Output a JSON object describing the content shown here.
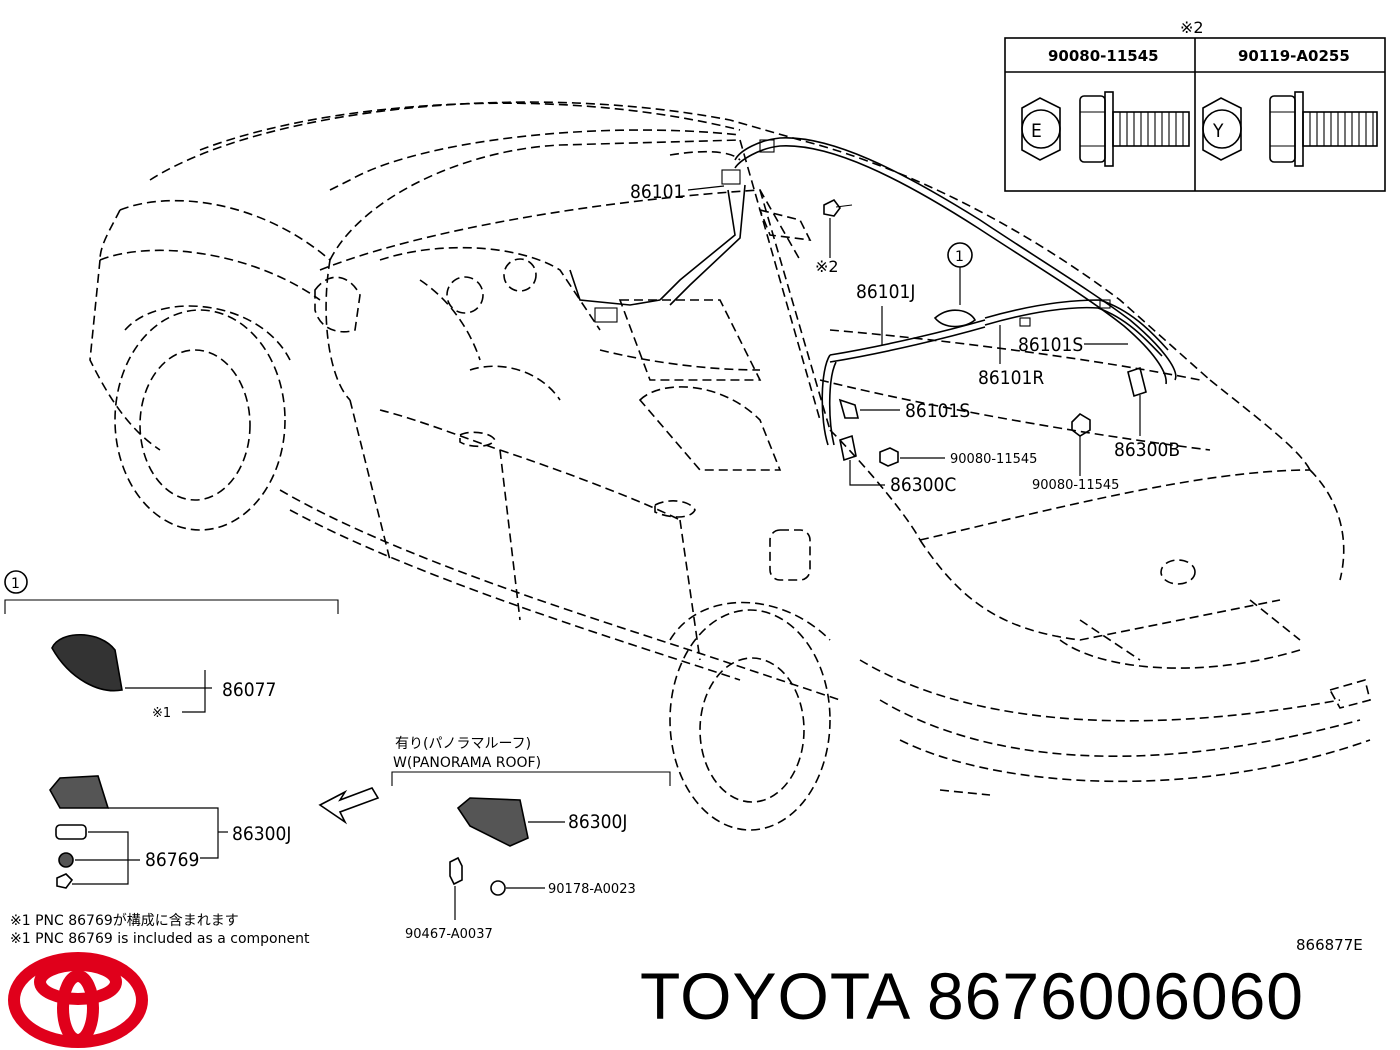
{
  "table": {
    "note": "※2",
    "headers": [
      "90080-11545",
      "90119-A0255"
    ],
    "marks": [
      "E",
      "Y"
    ]
  },
  "callouts": {
    "c86101": "86101",
    "c86101J": "86101J",
    "c86101S_upper": "86101S",
    "c86101R": "86101R",
    "c86101S_lower": "86101S",
    "c86300B": "86300B",
    "c86300C": "86300C",
    "c90080_a": "90080-11545",
    "c90080_b": "90080-11545",
    "note2": "※2",
    "circle1": "1"
  },
  "detail1": {
    "circle": "1",
    "part": "86077",
    "note": "※1"
  },
  "detail2": {
    "part_main": "86300J",
    "part_sub": "86769"
  },
  "panorama": {
    "title_jp": "有り(パノラマルーフ)",
    "title_en": "W(PANORAMA ROOF)",
    "part_main": "86300J",
    "screw": "90467-A0037",
    "clip": "90178-A0023"
  },
  "footnote": {
    "jp": "※1 PNC 86769が構成に含まれます",
    "en": "※1 PNC 86769 is included as a component"
  },
  "ref_code": "866877E",
  "brand": {
    "name": "TOYOTA 8676006060",
    "logo_color": "#e0001b"
  }
}
